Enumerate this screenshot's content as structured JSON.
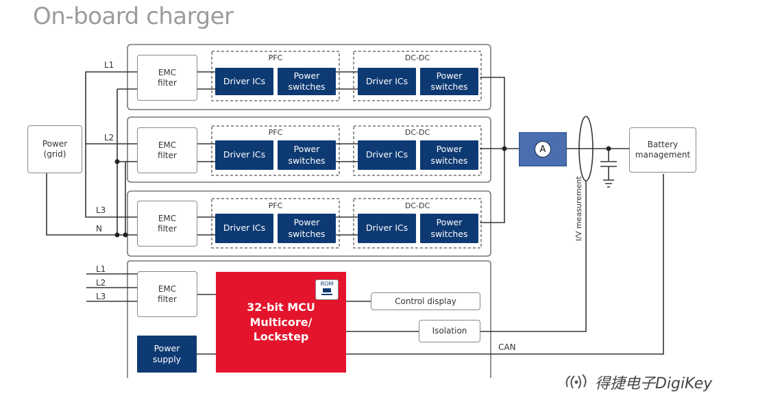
{
  "title": "On-board charger",
  "source": {
    "label": "Power\n(grid)"
  },
  "lines": {
    "l1": "L1",
    "l2": "L2",
    "l3": "L3",
    "n": "N"
  },
  "stages": [
    {
      "emc": "EMC\nfilter",
      "pfc": "PFC",
      "dcdc": "DC-DC",
      "driver": "Driver ICs",
      "switches": "Power\nswitches"
    },
    {
      "emc": "EMC\nfilter",
      "pfc": "PFC",
      "dcdc": "DC-DC",
      "driver": "Driver ICs",
      "switches": "Power\nswitches"
    },
    {
      "emc": "EMC\nfilter",
      "pfc": "PFC",
      "dcdc": "DC-DC",
      "driver": "Driver ICs",
      "switches": "Power\nswitches"
    }
  ],
  "control": {
    "emc": "EMC\nfilter",
    "mcu": "32-bit MCU\nMulticore/\nLockstep",
    "rom": "ROM",
    "control_display": "Control display",
    "isolation": "Isolation",
    "power_supply": "Power\nsupply",
    "can": "CAN",
    "measurement": "I/V measurement"
  },
  "battery": {
    "label": "Battery\nmanagement"
  },
  "watermark": "得捷电子DigiKey",
  "colors": {
    "navy": "#0e3a73",
    "mcu_red": "#e3142c",
    "sensor_blue": "#4a6fb0",
    "line": "#333333"
  }
}
